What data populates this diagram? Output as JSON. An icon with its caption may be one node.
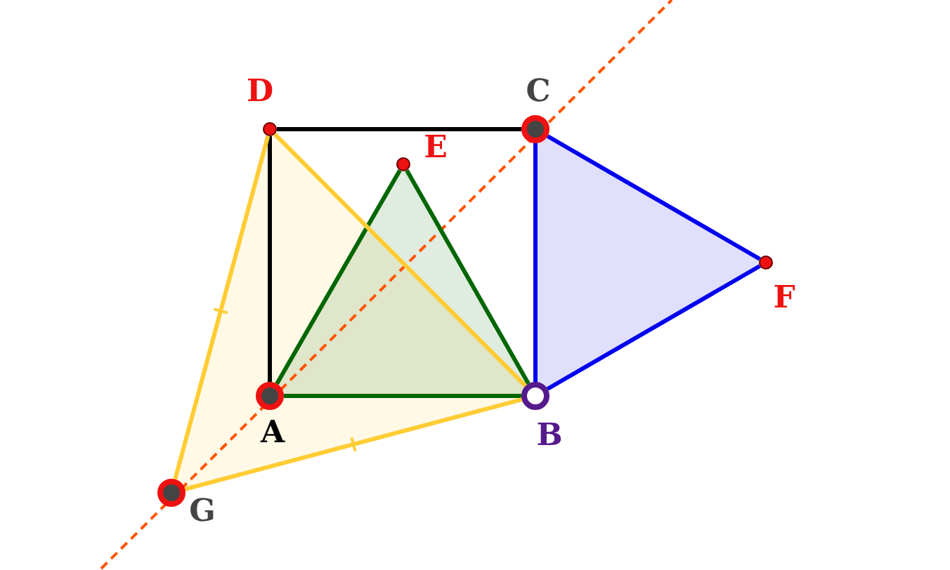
{
  "diagram": {
    "nodes": [
      {
        "text": [],
        "shape": "circle",
        "beside": [
          "A"
        ]
      },
      {
        "text": [],
        "shape": "circle",
        "beside": [
          "B"
        ]
      },
      {
        "text": [],
        "shape": "circle",
        "beside": [
          "C"
        ]
      },
      {
        "text": [],
        "shape": "circle",
        "beside": [
          "D"
        ]
      },
      {
        "text": [],
        "shape": "circle",
        "beside": [
          "E"
        ]
      },
      {
        "text": [],
        "shape": "circle",
        "beside": [
          "F"
        ]
      },
      {
        "text": [],
        "shape": "circle",
        "beside": [
          "G"
        ]
      }
    ],
    "edges": [
      {
        "from": 3,
        "to": 2,
        "arrow": "none",
        "color": "#000000"
      },
      {
        "from": 3,
        "to": 0,
        "arrow": "none",
        "color": "#000000"
      },
      {
        "from": 0,
        "to": 1,
        "arrow": "none",
        "color": "#006600"
      },
      {
        "from": 0,
        "to": 4,
        "arrow": "none",
        "color": "#006600"
      },
      {
        "from": 4,
        "to": 1,
        "arrow": "none",
        "color": "#006600"
      },
      {
        "from": 2,
        "to": 1,
        "arrow": "none",
        "color": "#0000ee"
      },
      {
        "from": 2,
        "to": 5,
        "arrow": "none",
        "color": "#0000ee"
      },
      {
        "from": 5,
        "to": 1,
        "arrow": "none",
        "color": "#0000ee"
      },
      {
        "from": 3,
        "to": 6,
        "arrow": "none",
        "color": "#ffcc33"
      },
      {
        "from": 6,
        "to": 1,
        "arrow": "none",
        "color": "#ffcc33"
      },
      {
        "from": 3,
        "to": 1,
        "arrow": "none",
        "color": "#ffcc33"
      }
    ]
  }
}
